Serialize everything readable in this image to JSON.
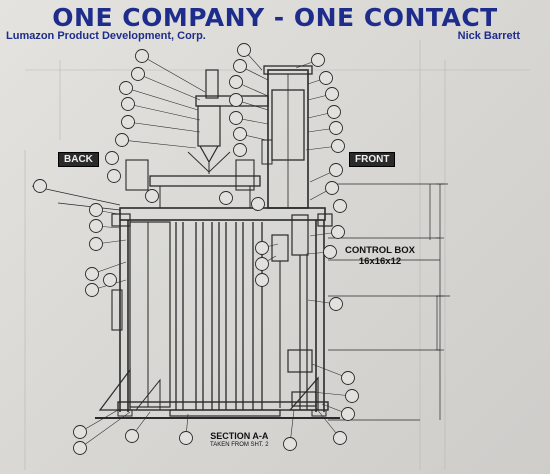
{
  "header": {
    "headline": "ONE COMPANY - ONE CONTACT",
    "company": "Lumazon Product Development, Corp.",
    "contact_name": "Nick Barrett"
  },
  "drawing": {
    "left_tag": "BACK",
    "right_tag": "FRONT",
    "control_box_title": "CONTROL BOX",
    "control_box_size": "16x16x12",
    "section_title": "SECTION A-A",
    "section_subtitle": "TAKEN FROM SHT. 2"
  },
  "colors": {
    "headline": "#1e2d8c",
    "paper": "#dcdad6",
    "line": "#222222"
  }
}
